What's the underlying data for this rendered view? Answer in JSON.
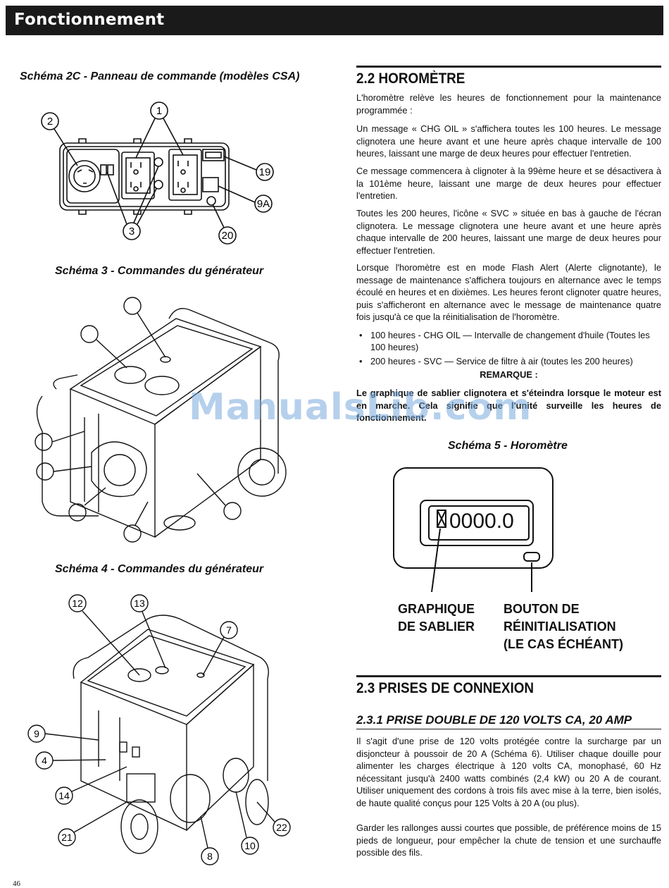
{
  "header": {
    "title": "Fonctionnement"
  },
  "figures": {
    "fig2c": {
      "caption": "Schéma 2C - Panneau de commande (modèles CSA)",
      "callouts": [
        "1",
        "2",
        "3",
        "19",
        "9A",
        "20"
      ]
    },
    "fig3": {
      "caption": "Schéma 3 - Commandes du générateur"
    },
    "fig4": {
      "caption": "Schéma 4 - Commandes du générateur",
      "callouts": [
        "12",
        "13",
        "7",
        "9",
        "4",
        "14",
        "21",
        "8",
        "10",
        "22"
      ]
    },
    "fig5": {
      "caption": "Schéma 5 - Horomètre",
      "display": "0000.0",
      "label_left": [
        "GRAPHIQUE",
        "DE SABLIER"
      ],
      "label_right": [
        "BOUTON DE",
        "RÉINITIALISATION",
        "(LE CAS ÉCHÉANT)"
      ]
    }
  },
  "section_2_2": {
    "title": "2.2   HOROMÈTRE",
    "paragraphs": [
      "L'horomètre relève les heures de fonctionnement pour la maintenance programmée :",
      "Un message « CHG OIL » s'affichera toutes les 100 heures. Le message clignotera une heure avant et une heure après chaque intervalle de 100 heures, laissant une marge de deux heures pour effectuer l'entretien.",
      "Ce message commencera à clignoter à la 99ème heure et se désactivera à la 101ème heure, laissant une marge de deux heures pour effectuer l'entretien.",
      "Toutes les 200 heures, l'icône « SVC » située en bas à gauche de l'écran clignotera. Le message clignotera une heure avant et une heure après chaque intervalle de 200 heures, laissant une marge de deux heures pour effectuer l'entretien.",
      "Lorsque l'horomètre est en mode Flash Alert (Alerte clignotante), le message de maintenance s'affichera toujours en alternance avec le temps écoulé en heures et en dixièmes. Les heures feront clignoter quatre heures, puis s'afficheront en alternance avec le message de maintenance quatre fois jusqu'à ce que la réinitialisation de l'horomètre."
    ],
    "bullets": [
      "100 heures - CHG OIL — Intervalle de changement d'huile (Toutes les 100 heures)",
      "200 heures - SVC — Service de filtre à air (toutes les 200 heures)"
    ],
    "remarque_label": "REMARQUE :",
    "note": "Le graphique de sablier clignotera et s'éteindra lorsque le moteur est en marche. Cela signifie que l'unité surveille les heures de fonctionnement."
  },
  "section_2_3": {
    "title": "2.3   PRISES DE CONNEXION",
    "subtitle": "2.3.1   PRISE DOUBLE DE 120 VOLTS CA, 20 AMP",
    "paragraphs": [
      "Il s'agit d'une prise de 120 volts protégée contre la surcharge par un disjoncteur à poussoir de 20 A (Schéma 6). Utiliser chaque douille pour alimenter les charges électrique  à 120 volts CA, monophasé, 60 Hz nécessitant jusqu'à 2400 watts combinés (2,4 kW) ou 20 A de courant. Utiliser uniquement des cordons à trois fils avec mise à la terre, bien isolés, de haute qualité conçus pour 125 Volts à 20 A (ou plus).",
      "Garder les rallonges aussi courtes que possible, de préférence moins de 15 pieds de longueur, pour empêcher la chute de tension et une surchauffe possible des fils."
    ]
  },
  "watermark": "ManualsLib.com",
  "page_number": "46"
}
